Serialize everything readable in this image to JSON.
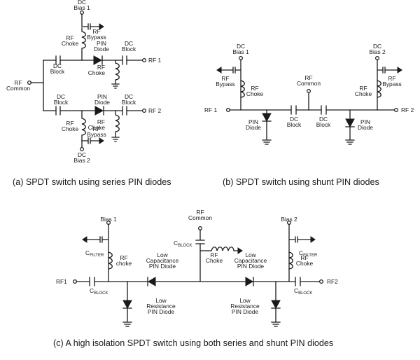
{
  "a": {
    "dc_bias_1": [
      "DC",
      "Bias 1"
    ],
    "dc_bias_2": [
      "DC",
      "Bias 2"
    ],
    "rf_bypass": [
      "RF",
      "Bypass"
    ],
    "rf_choke": [
      "RF",
      "Choke"
    ],
    "pin_diode": [
      "PIN",
      "Diode"
    ],
    "dc_block": [
      "DC",
      "Block"
    ],
    "rf_common": [
      "RF",
      "Common"
    ],
    "rf1": "RF 1",
    "rf2": "RF 2",
    "caption": "(a) SPDT switch using series PIN diodes"
  },
  "b": {
    "dc_bias_1": [
      "DC",
      "Bias 1"
    ],
    "dc_bias_2": [
      "DC",
      "Bias 2"
    ],
    "rf_bypass": [
      "RF",
      "Bypass"
    ],
    "rf_choke": [
      "RF",
      "Choke"
    ],
    "rf_common": [
      "RF",
      "Common"
    ],
    "pin_diode": [
      "PIN",
      "Diode"
    ],
    "dc_block": [
      "DC",
      "Block"
    ],
    "rf1": "RF 1",
    "rf2": "RF 2",
    "caption": "(b) SPDT switch using shunt PIN diodes"
  },
  "c": {
    "bias1": "Bias 1",
    "bias2": "Bias 2",
    "rf_common": [
      "RF",
      "Common"
    ],
    "c_letter": "C",
    "sub_filter": "FILTER",
    "sub_block": "BLOCK",
    "rf_choke_lower": [
      "RF",
      "choke"
    ],
    "rf_choke": [
      "RF",
      "Choke"
    ],
    "low_cap": [
      "Low",
      "Capacitance",
      "PIN Diode"
    ],
    "low_res": [
      "Low",
      "Resistance",
      "PIN Diode"
    ],
    "rf1": "RF1",
    "rf2": "RF2",
    "caption": "(c) A high isolation SPDT switch using both series and shunt PIN diodes"
  }
}
